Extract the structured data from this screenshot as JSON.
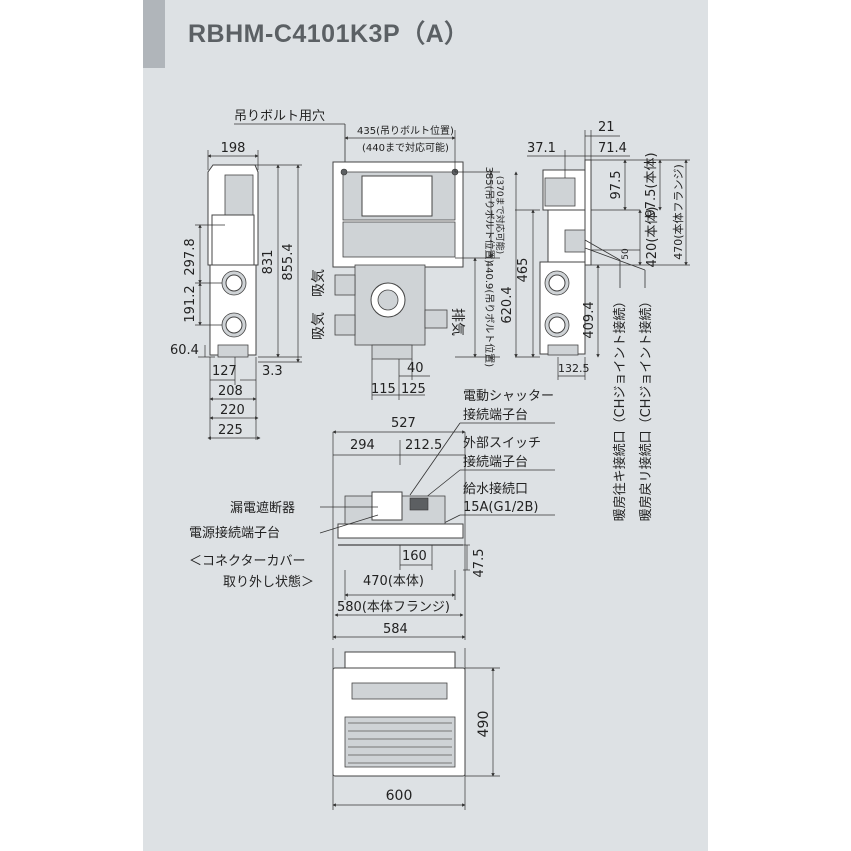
{
  "title": "RBHM-C4101K3P（A）",
  "colors": {
    "panel": "#dde1e4",
    "accent": "#b0b5ba",
    "title": "#5b6064"
  },
  "side_view": {
    "w198": "198",
    "h297_8": "297.8",
    "h191_2": "191.2",
    "h60_4": "60.4",
    "h831": "831",
    "h855_4": "855.4",
    "w127": "127",
    "w3_3": "3.3",
    "w208": "208",
    "w220": "220",
    "w225": "225"
  },
  "top_view": {
    "bolt_hole": "吊りボルト用穴",
    "bolt435": "435(吊りボルト位置)",
    "bolt440": "(440まで対応可能)",
    "bolt385": "385(吊りボルト位置)",
    "bolt370": "(370まで対応可能)",
    "bolt440_9": "440.9(吊りボルト位置)",
    "intake1": "吸気",
    "intake2": "吸気",
    "exhaust": "排気",
    "w40": "40",
    "w115": "115",
    "w125": "125"
  },
  "right_view": {
    "w21": "21",
    "w37_1": "37.1",
    "w71_4": "71.4",
    "h97_5a": "97.5(本体)",
    "h97_5b": "97.5",
    "h420": "420(本体)",
    "h470": "470(本体フランジ)",
    "h50": "50",
    "h465": "465",
    "h620_4": "620.4",
    "h409_4": "409.4",
    "w132_5": "132.5",
    "port1": "暖房往キ接続口（CHジョイント接続）",
    "port2": "暖房戻リ接続口（CHジョイント接続）"
  },
  "front_view": {
    "w527": "527",
    "w294": "294",
    "w212_5": "212.5",
    "shutter1": "電動シャッター",
    "shutter2": "接続端子台",
    "switch1": "外部スイッチ",
    "switch2": "接続端子台",
    "water1": "給水接続口",
    "water2": "15A(G1/2B)",
    "breaker": "漏電遮断器",
    "power": "電源接続端子台",
    "cover1": "＜コネクターカバー",
    "cover2": "取り外し状態＞",
    "w160": "160",
    "h47_5": "47.5",
    "w470": "470(本体)",
    "w580": "580(本体フランジ)",
    "w584": "584"
  },
  "bottom_view": {
    "h490": "490",
    "w600": "600"
  }
}
